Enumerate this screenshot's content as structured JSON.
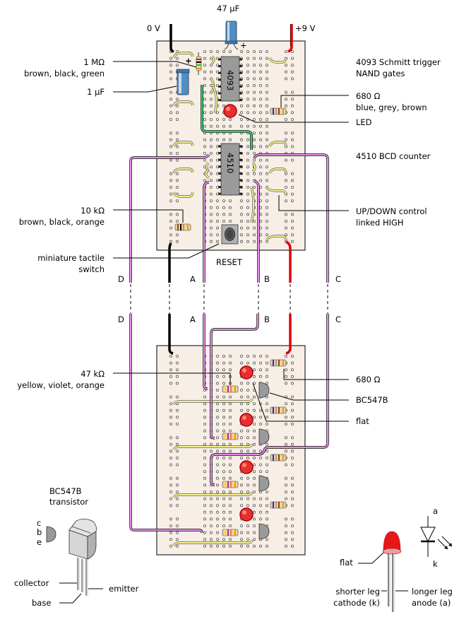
{
  "colors": {
    "board": "#f7eee6",
    "wire_black": "#000000",
    "wire_red": "#e00000",
    "wire_pink": "#e88be8",
    "wire_green": "#2fd36a",
    "link_yellow": "#f5f08a",
    "ic": "#9a9a9a",
    "led": "#e83030",
    "capacitor": "#4f8fc8",
    "transistor": "#9a9a9a"
  },
  "top_board": {
    "supply_labels": {
      "zero_volt": "0 V",
      "plus_nine_volt": "+9 V"
    },
    "cap_47uf": "47 µF",
    "cap_plus": "+",
    "cap_1uf_plus": "+",
    "ic1": "4093",
    "ic2": "4510",
    "reset_label": "RESET",
    "labels": {
      "r1m_value": "1 MΩ",
      "r1m_colors": "brown, black, green",
      "c1uf": "1 µF",
      "r10k_value": "10 kΩ",
      "r10k_colors": "brown, black, orange",
      "switch_line1": "miniature tactile",
      "switch_line2": "switch",
      "ic1_line1": "4093 Schmitt trigger",
      "ic1_line2": "NAND gates",
      "r680_value": "680 Ω",
      "r680_colors": "blue, grey, brown",
      "led": "LED",
      "ic2": "4510 BCD counter",
      "updown_line1": "UP/DOWN control",
      "updown_line2": "linked HIGH"
    }
  },
  "connectors": {
    "letters": [
      "D",
      "A",
      "B",
      "C"
    ]
  },
  "bottom_board": {
    "labels": {
      "r47k_value": "47 kΩ",
      "r47k_colors": "yellow, violet, orange",
      "r680": "680 Ω",
      "bc547b": "BC547B",
      "flat": "flat"
    }
  },
  "transistor_diagram": {
    "title_line1": "BC547B",
    "title_line2": "transistor",
    "pins": [
      "c",
      "b",
      "e"
    ],
    "collector": "collector",
    "base": "base",
    "emitter": "emitter"
  },
  "led_diagram": {
    "flat": "flat",
    "short_line1": "shorter leg",
    "short_line2": "cathode (k)",
    "long_line1": "longer leg",
    "long_line2": "anode (a)",
    "anode": "a",
    "cathode": "k"
  }
}
